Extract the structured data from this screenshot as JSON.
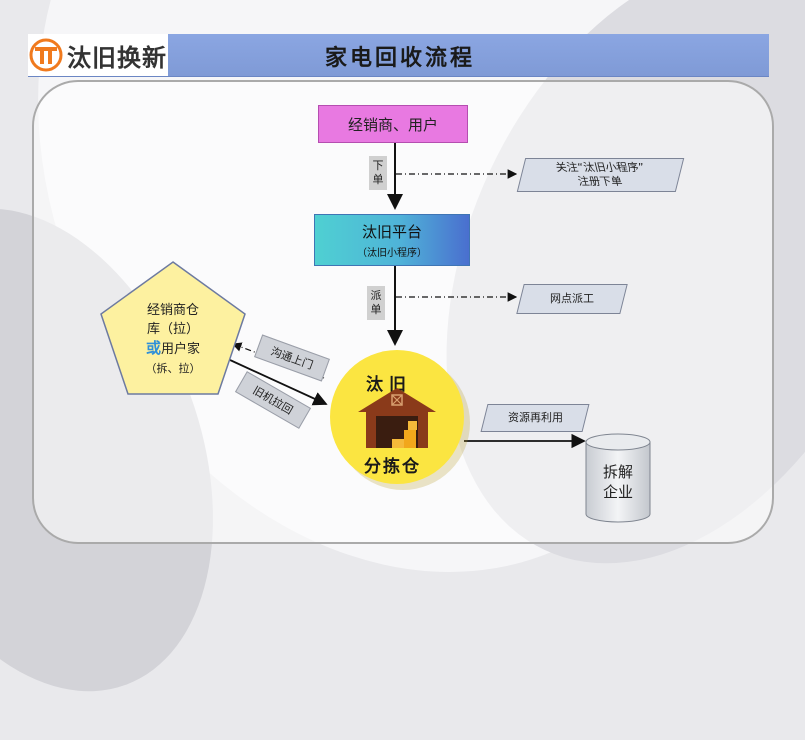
{
  "header": {
    "logo_text": "汰旧换新",
    "title": "家电回收流程"
  },
  "nodes": {
    "dealer": "经销商、用户",
    "platform_line1": "汰旧平台",
    "platform_line2": "（汰旧小程序）",
    "warehouse_line1": "经销商仓",
    "warehouse_line2": "库（拉）",
    "warehouse_or": "或",
    "warehouse_line3": "用户家",
    "warehouse_line4": "（拆、拉）",
    "sorting_top": "汰旧",
    "sorting_bottom": "分拣仓",
    "dismantle_line1": "拆解",
    "dismantle_line2": "企业"
  },
  "labels": {
    "order_1": "下",
    "order_2": "单",
    "dispatch_1": "派",
    "dispatch_2": "单",
    "follow_line1": "关注“汰旧小程序”",
    "follow_line2": "注册下单",
    "network": "网点派工",
    "communicate": "沟通上门",
    "pickup": "旧机拉回",
    "reuse": "资源再利用"
  },
  "colors": {
    "header_blue": "#8ba6e2",
    "dealer_pink": "#e879e1",
    "platform_teal": "#4fd0d2",
    "warehouse_yellow": "#fdf1a0",
    "sorting_yellow": "#fbe541",
    "or_blue": "#2f8fd8"
  }
}
